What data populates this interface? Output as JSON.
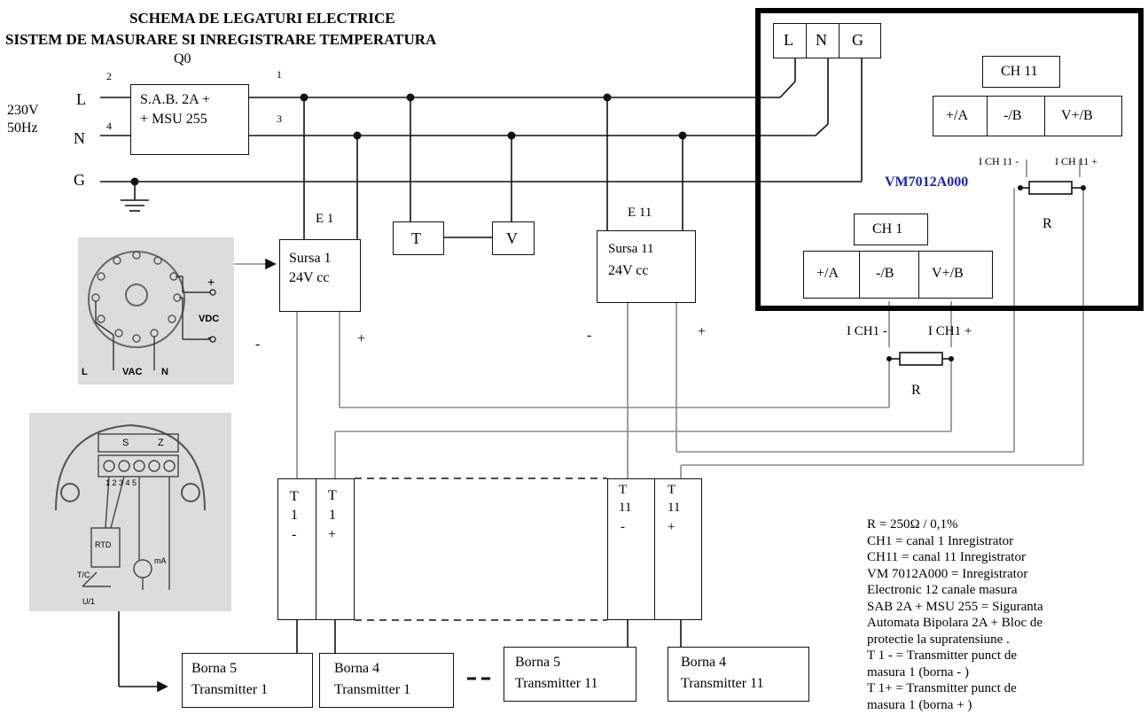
{
  "title": {
    "line1": "SCHEMA DE LEGATURI ELECTRICE",
    "line2": "SISTEM DE MASURARE SI INREGISTRARE TEMPERATURA"
  },
  "supply": {
    "voltage": "230V",
    "frequency": "50Hz",
    "line_L": "L",
    "line_N": "N",
    "line_G": "G",
    "pin_2": "2",
    "pin_4": "4",
    "pin_1": "1",
    "pin_3": "3"
  },
  "breaker": {
    "id": "Q0",
    "line1": "S.A.B. 2A +",
    "line2": "+ MSU 255"
  },
  "recorder": {
    "model": "VM7012A000",
    "terminals": [
      "L",
      "N",
      "G"
    ],
    "ch11": {
      "label": "CH 11",
      "terminals": [
        "+/A",
        "-/B",
        "V+/B"
      ],
      "minus_label": "I CH 11 -",
      "plus_label": "I CH 11 +",
      "resistor": "R"
    }
  },
  "ch1": {
    "label": "CH 1",
    "terminals": [
      "+/A",
      "-/B",
      "V+/B"
    ],
    "minus_label": "I CH1 -",
    "plus_label": "I CH1 +",
    "resistor": "R"
  },
  "supply1": {
    "tag": "E 1",
    "line1": "Sursa 1",
    "line2": "24V cc",
    "minus": "-",
    "plus": "+"
  },
  "supply11": {
    "tag": "E 11",
    "line1": "Sursa 11",
    "line2": "24V cc",
    "minus": "-",
    "plus": "+"
  },
  "meters": {
    "t": "T",
    "v": "V"
  },
  "relay_photo": {
    "vdc": "VDC",
    "vac": "VAC",
    "l": "L",
    "n": "N",
    "plus": "+",
    "minus": "-"
  },
  "transmitter_photo": {
    "s": "S",
    "z": "Z",
    "pins": "1 2 3 4 5",
    "rtd": "RTD",
    "tc": "T/C",
    "ma": "mA",
    "u1": "U/1"
  },
  "terminal_blocks": {
    "t1_minus": {
      "a": "T",
      "b": "1",
      "c": "-"
    },
    "t1_plus": {
      "a": "T",
      "b": "1",
      "c": "+"
    },
    "t11_minus": {
      "a": "T",
      "b": "11",
      "c": "-"
    },
    "t11_plus": {
      "a": "T",
      "b": "11",
      "c": "+"
    }
  },
  "bornas": [
    {
      "line1": "Borna 5",
      "line2": "Transmitter 1"
    },
    {
      "line1": "Borna 4",
      "line2": "Transmitter 1"
    },
    {
      "line1": "Borna 5",
      "line2": "Transmitter 11"
    },
    {
      "line1": "Borna 4",
      "line2": "Transmitter 11"
    }
  ],
  "legend": [
    "R = 250Ω / 0,1%",
    "CH1   = canal 1   Inregistrator",
    "CH11 = canal 11 Inregistrator",
    "VM 7012A000 = Inregistrator",
    "Electronic 12 canale masura",
    "SAB 2A + MSU 255 = Siguranta",
    "Automata Bipolara 2A + Bloc de",
    "protectie la supratensiune .",
    "T 1 -  = Transmitter punct de",
    "masura 1 (borna - )",
    "T 1+ = Transmitter punct de",
    "masura 1 (borna + )"
  ]
}
